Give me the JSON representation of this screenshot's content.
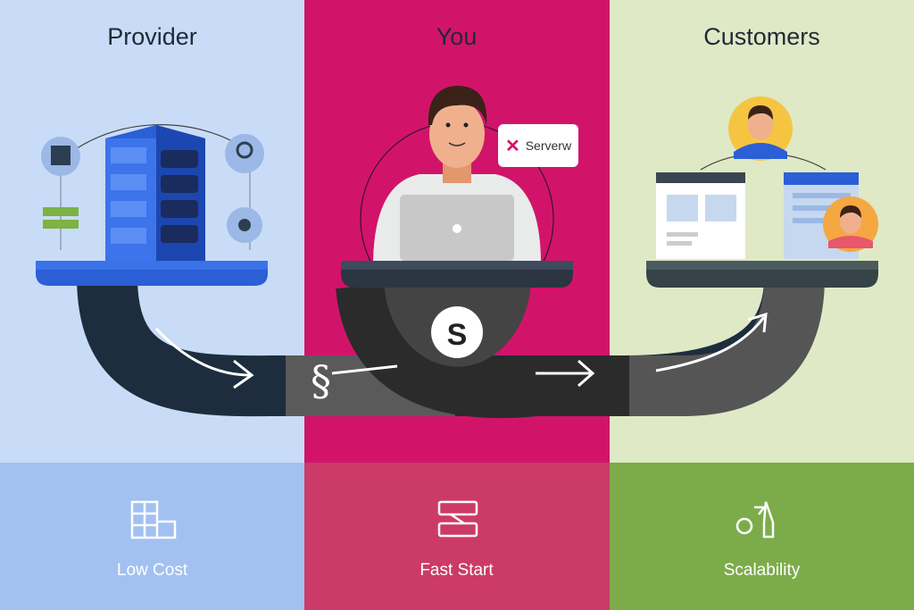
{
  "columns": [
    {
      "title": "Provider",
      "feature": "Low Cost",
      "feature_icon": "cost-chart-icon"
    },
    {
      "title": "You",
      "feature": "Fast Start",
      "feature_icon": "server-stack-icon"
    },
    {
      "title": "Customers",
      "feature": "Scalability",
      "feature_icon": "scale-icon"
    }
  ],
  "bubble": {
    "icon": "close-icon",
    "text": "Serverw"
  },
  "colors": {
    "provider_bg": "#c9dcf7",
    "you_bg": "#d1146a",
    "customers_bg": "#dfe9c6",
    "provider_band": "#a2c1f1",
    "you_band": "#cc3a68",
    "customers_band": "#7cac4a",
    "server_blue": "#2a5fd6"
  }
}
